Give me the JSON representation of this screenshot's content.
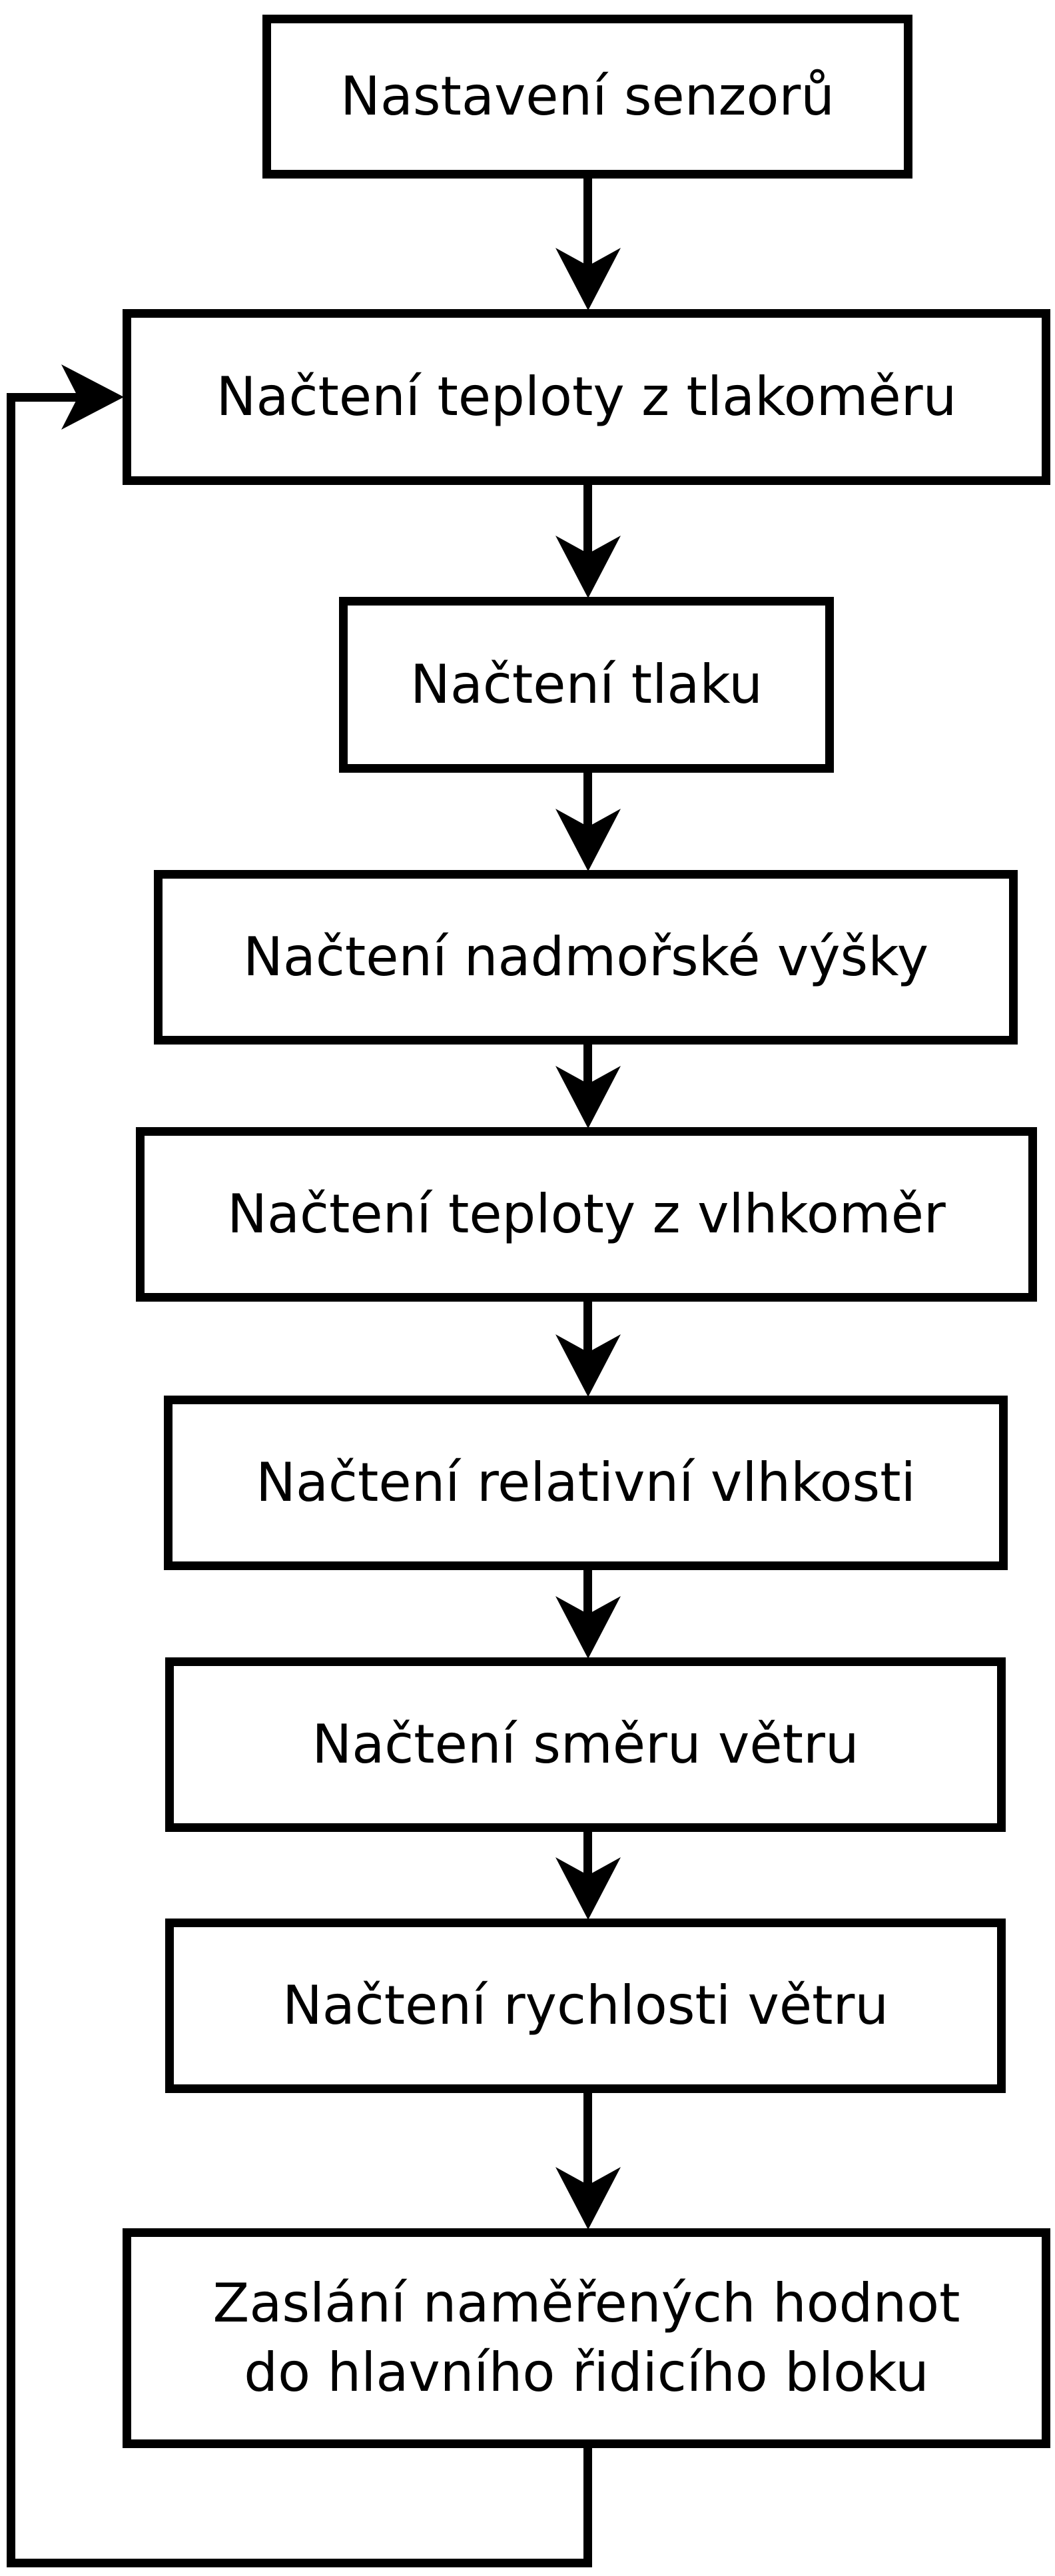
{
  "diagram": {
    "type": "flowchart",
    "background_color": "#ffffff",
    "line_color": "#000000",
    "node_fill_color": "#ffffff",
    "node_text_color": "#000000",
    "arrow_style": "filled-barb",
    "nodes": [
      {
        "label": "Nastavení senzorů"
      },
      {
        "label": "Načtení teploty z tlakoměru"
      },
      {
        "label": "Načtení tlaku"
      },
      {
        "label": "Načtení nadmořské výšky"
      },
      {
        "label": "Načtení teploty z vlhkoměr"
      },
      {
        "label": "Načtení relativní vlhkosti"
      },
      {
        "label": "Načtení směru větru"
      },
      {
        "label": "Načtení rychlosti větru"
      },
      {
        "lines": [
          "Zaslání naměřených hodnot",
          "do hlavního řidicího bloku"
        ]
      }
    ],
    "edges": [
      {
        "from": 0,
        "to": 1,
        "type": "arrow-down"
      },
      {
        "from": 1,
        "to": 2,
        "type": "arrow-down"
      },
      {
        "from": 2,
        "to": 3,
        "type": "arrow-down"
      },
      {
        "from": 3,
        "to": 4,
        "type": "arrow-down"
      },
      {
        "from": 4,
        "to": 5,
        "type": "arrow-down"
      },
      {
        "from": 5,
        "to": 6,
        "type": "arrow-down"
      },
      {
        "from": 6,
        "to": 7,
        "type": "arrow-down"
      },
      {
        "from": 7,
        "to": 8,
        "type": "arrow-down"
      },
      {
        "from": 8,
        "to": 1,
        "type": "loop-back-arrow"
      }
    ]
  }
}
